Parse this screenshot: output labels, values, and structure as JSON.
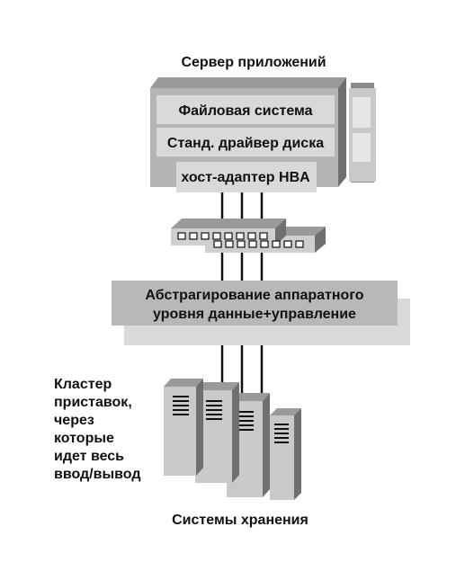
{
  "diagram": {
    "server_title": "Сервер приложений",
    "filesystem_label": "Файловая система",
    "disk_driver_label": "Станд. драйвер диска",
    "hba_label": "хост-адаптер HBA",
    "abstraction_line1": "Абстрагирование аппаратного",
    "abstraction_line2": "уровня данные+управление",
    "cluster_line1": "Кластер",
    "cluster_line2": "приставок,",
    "cluster_line3": "через",
    "cluster_line4": "которые",
    "cluster_line5": "идет весь",
    "cluster_line6": "ввод/вывод",
    "storage_title": "Системы хранения"
  },
  "colors": {
    "light_gray": "#d4d4d4",
    "mid_gray": "#b8b8b8",
    "dark_gray": "#8a8a8a",
    "line": "#111111",
    "text": "#111111"
  }
}
